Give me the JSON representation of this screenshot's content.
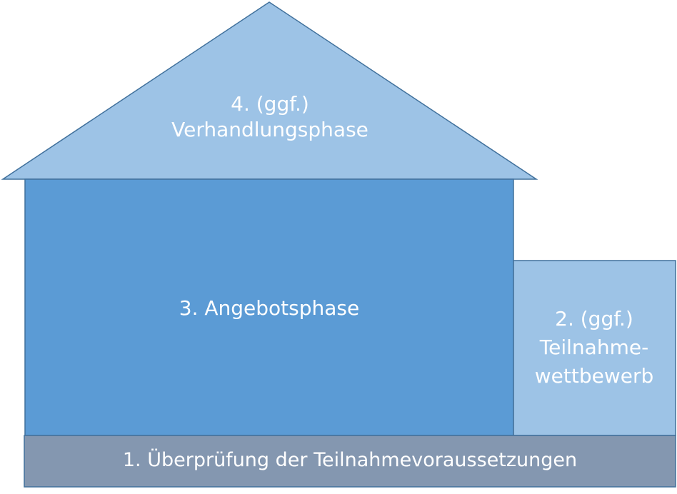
{
  "diagram": {
    "phases": [
      {
        "id": "roof",
        "lines": [
          "4. (ggf.)",
          "Verhandlungsphase"
        ],
        "fill": "#9DC3E6"
      },
      {
        "id": "main",
        "lines": [
          "3. Angebotsphase"
        ],
        "fill": "#5B9BD5"
      },
      {
        "id": "side",
        "lines": [
          "2. (ggf.)",
          "Teilnahme-",
          "wettbewerb"
        ],
        "fill": "#9DC3E6"
      },
      {
        "id": "base",
        "lines": [
          "1. Überprüfung der Teilnahmevoraussetzungen"
        ],
        "fill": "#8497B0"
      }
    ],
    "stroke": "#41719C",
    "text_color": "#FFFFFF"
  }
}
